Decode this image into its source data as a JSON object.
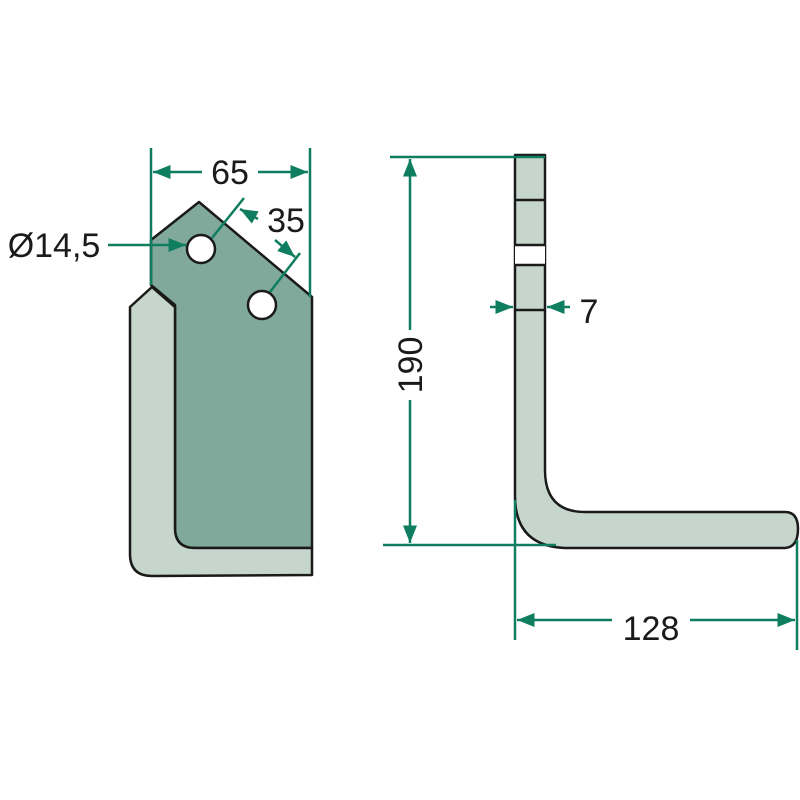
{
  "dimensions": {
    "width": "65",
    "hole_spacing": "35",
    "hole_diameter": "Ø14,5",
    "height": "190",
    "thickness": "7",
    "depth": "128"
  },
  "colors": {
    "dimension_line": "#0f7d5f",
    "plate_dark": "#80a89b",
    "plate_light": "#c6d6cd",
    "outline": "#1a1a1a"
  }
}
